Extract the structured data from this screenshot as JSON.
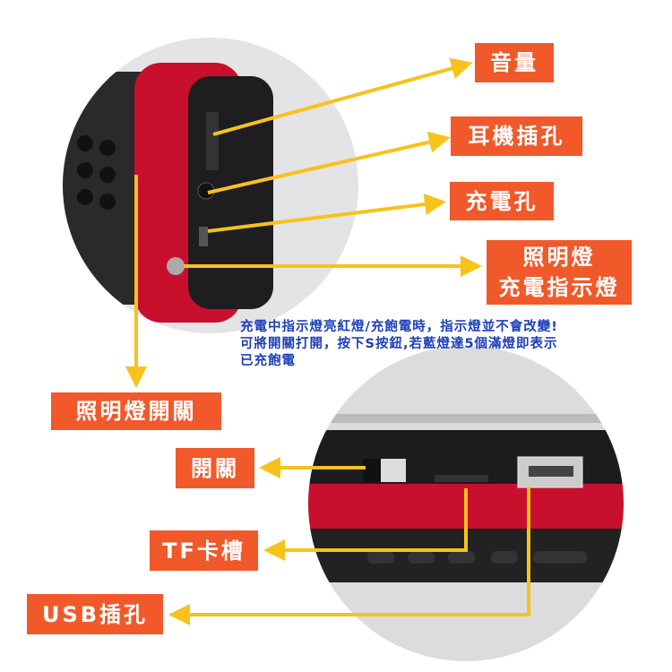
{
  "labels": {
    "volume": "音量",
    "headphone_jack": "耳機插孔",
    "charging_port": "充電孔",
    "light_line1": "照明燈",
    "light_line2": "充電指示燈",
    "light_switch": "照明燈開關",
    "power_switch": "開關",
    "tf_slot": "TF卡槽",
    "usb_port": "USB插孔"
  },
  "note": {
    "line1": "充電中指示燈亮紅燈/充飽電時，指示燈並不會改變!",
    "line2": "可將開關打開，按下S按鈕,若藍燈達5個滿燈即表示",
    "line3": "已充飽電"
  },
  "colors": {
    "label_bg": "#f1592a",
    "arrow": "#f7c21a",
    "note": "#1d3fb8",
    "device_red": "#c8102e"
  }
}
